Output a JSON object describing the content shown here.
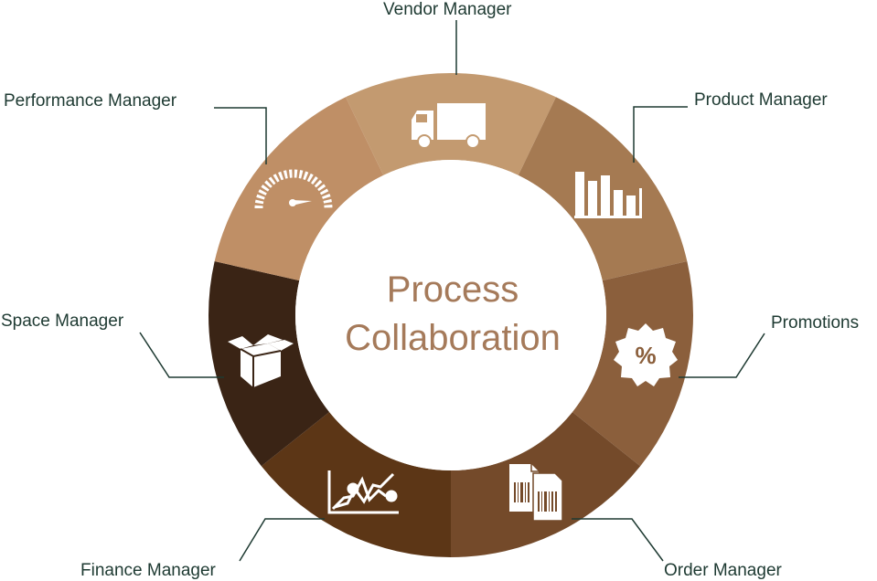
{
  "center": {
    "line1": "Process",
    "line2": "Collaboration",
    "color": "#a57a5a"
  },
  "connector_color": "#1e3a32",
  "segments": [
    {
      "label": "Vendor Manager",
      "icon": "truck-icon",
      "color": "#c39a70"
    },
    {
      "label": "Product Manager",
      "icon": "bar-chart-icon",
      "color": "#a57a52"
    },
    {
      "label": "Promotions",
      "icon": "percent-badge-icon",
      "color": "#8b5f3c"
    },
    {
      "label": "Order Manager",
      "icon": "barcode-documents-icon",
      "color": "#744a2a"
    },
    {
      "label": "Finance Manager",
      "icon": "line-chart-icon",
      "color": "#5c3616"
    },
    {
      "label": "Space Manager",
      "icon": "open-box-icon",
      "color": "#3a2415"
    },
    {
      "label": "Performance Manager",
      "icon": "speedometer-icon",
      "color": "#bf8f66"
    }
  ]
}
